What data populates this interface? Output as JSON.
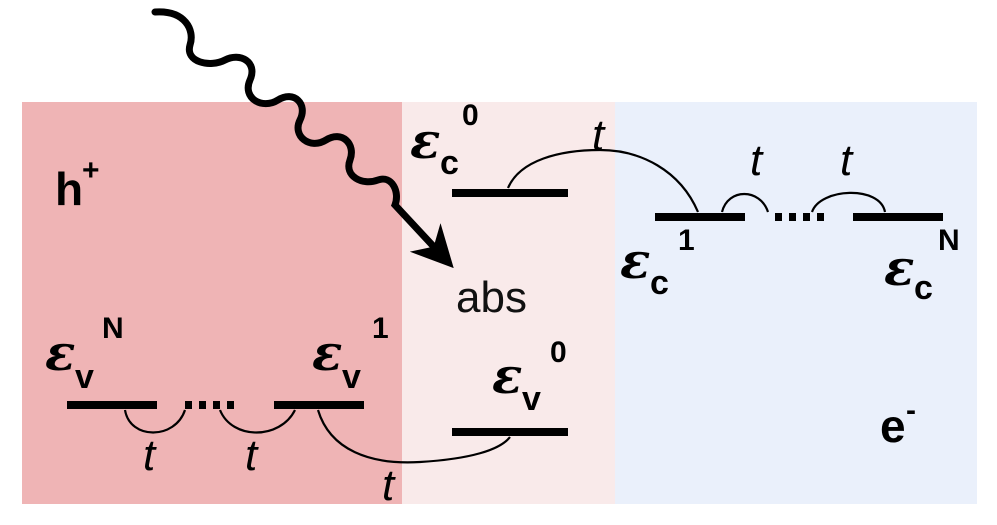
{
  "regions": {
    "donor_color": "#efb4b5",
    "absorber_color": "#f9eaea",
    "acceptor_color": "#eaf0fb"
  },
  "labels": {
    "hole": "h",
    "hole_sup": "+",
    "electron": "e",
    "electron_sup": "-",
    "absorber": "abs",
    "hopping": "t",
    "eps": "ε",
    "c": "c",
    "v": "v",
    "zero": "0",
    "one": "1",
    "N": "N"
  },
  "icons": {
    "photon": "wavy-arrow-icon"
  }
}
